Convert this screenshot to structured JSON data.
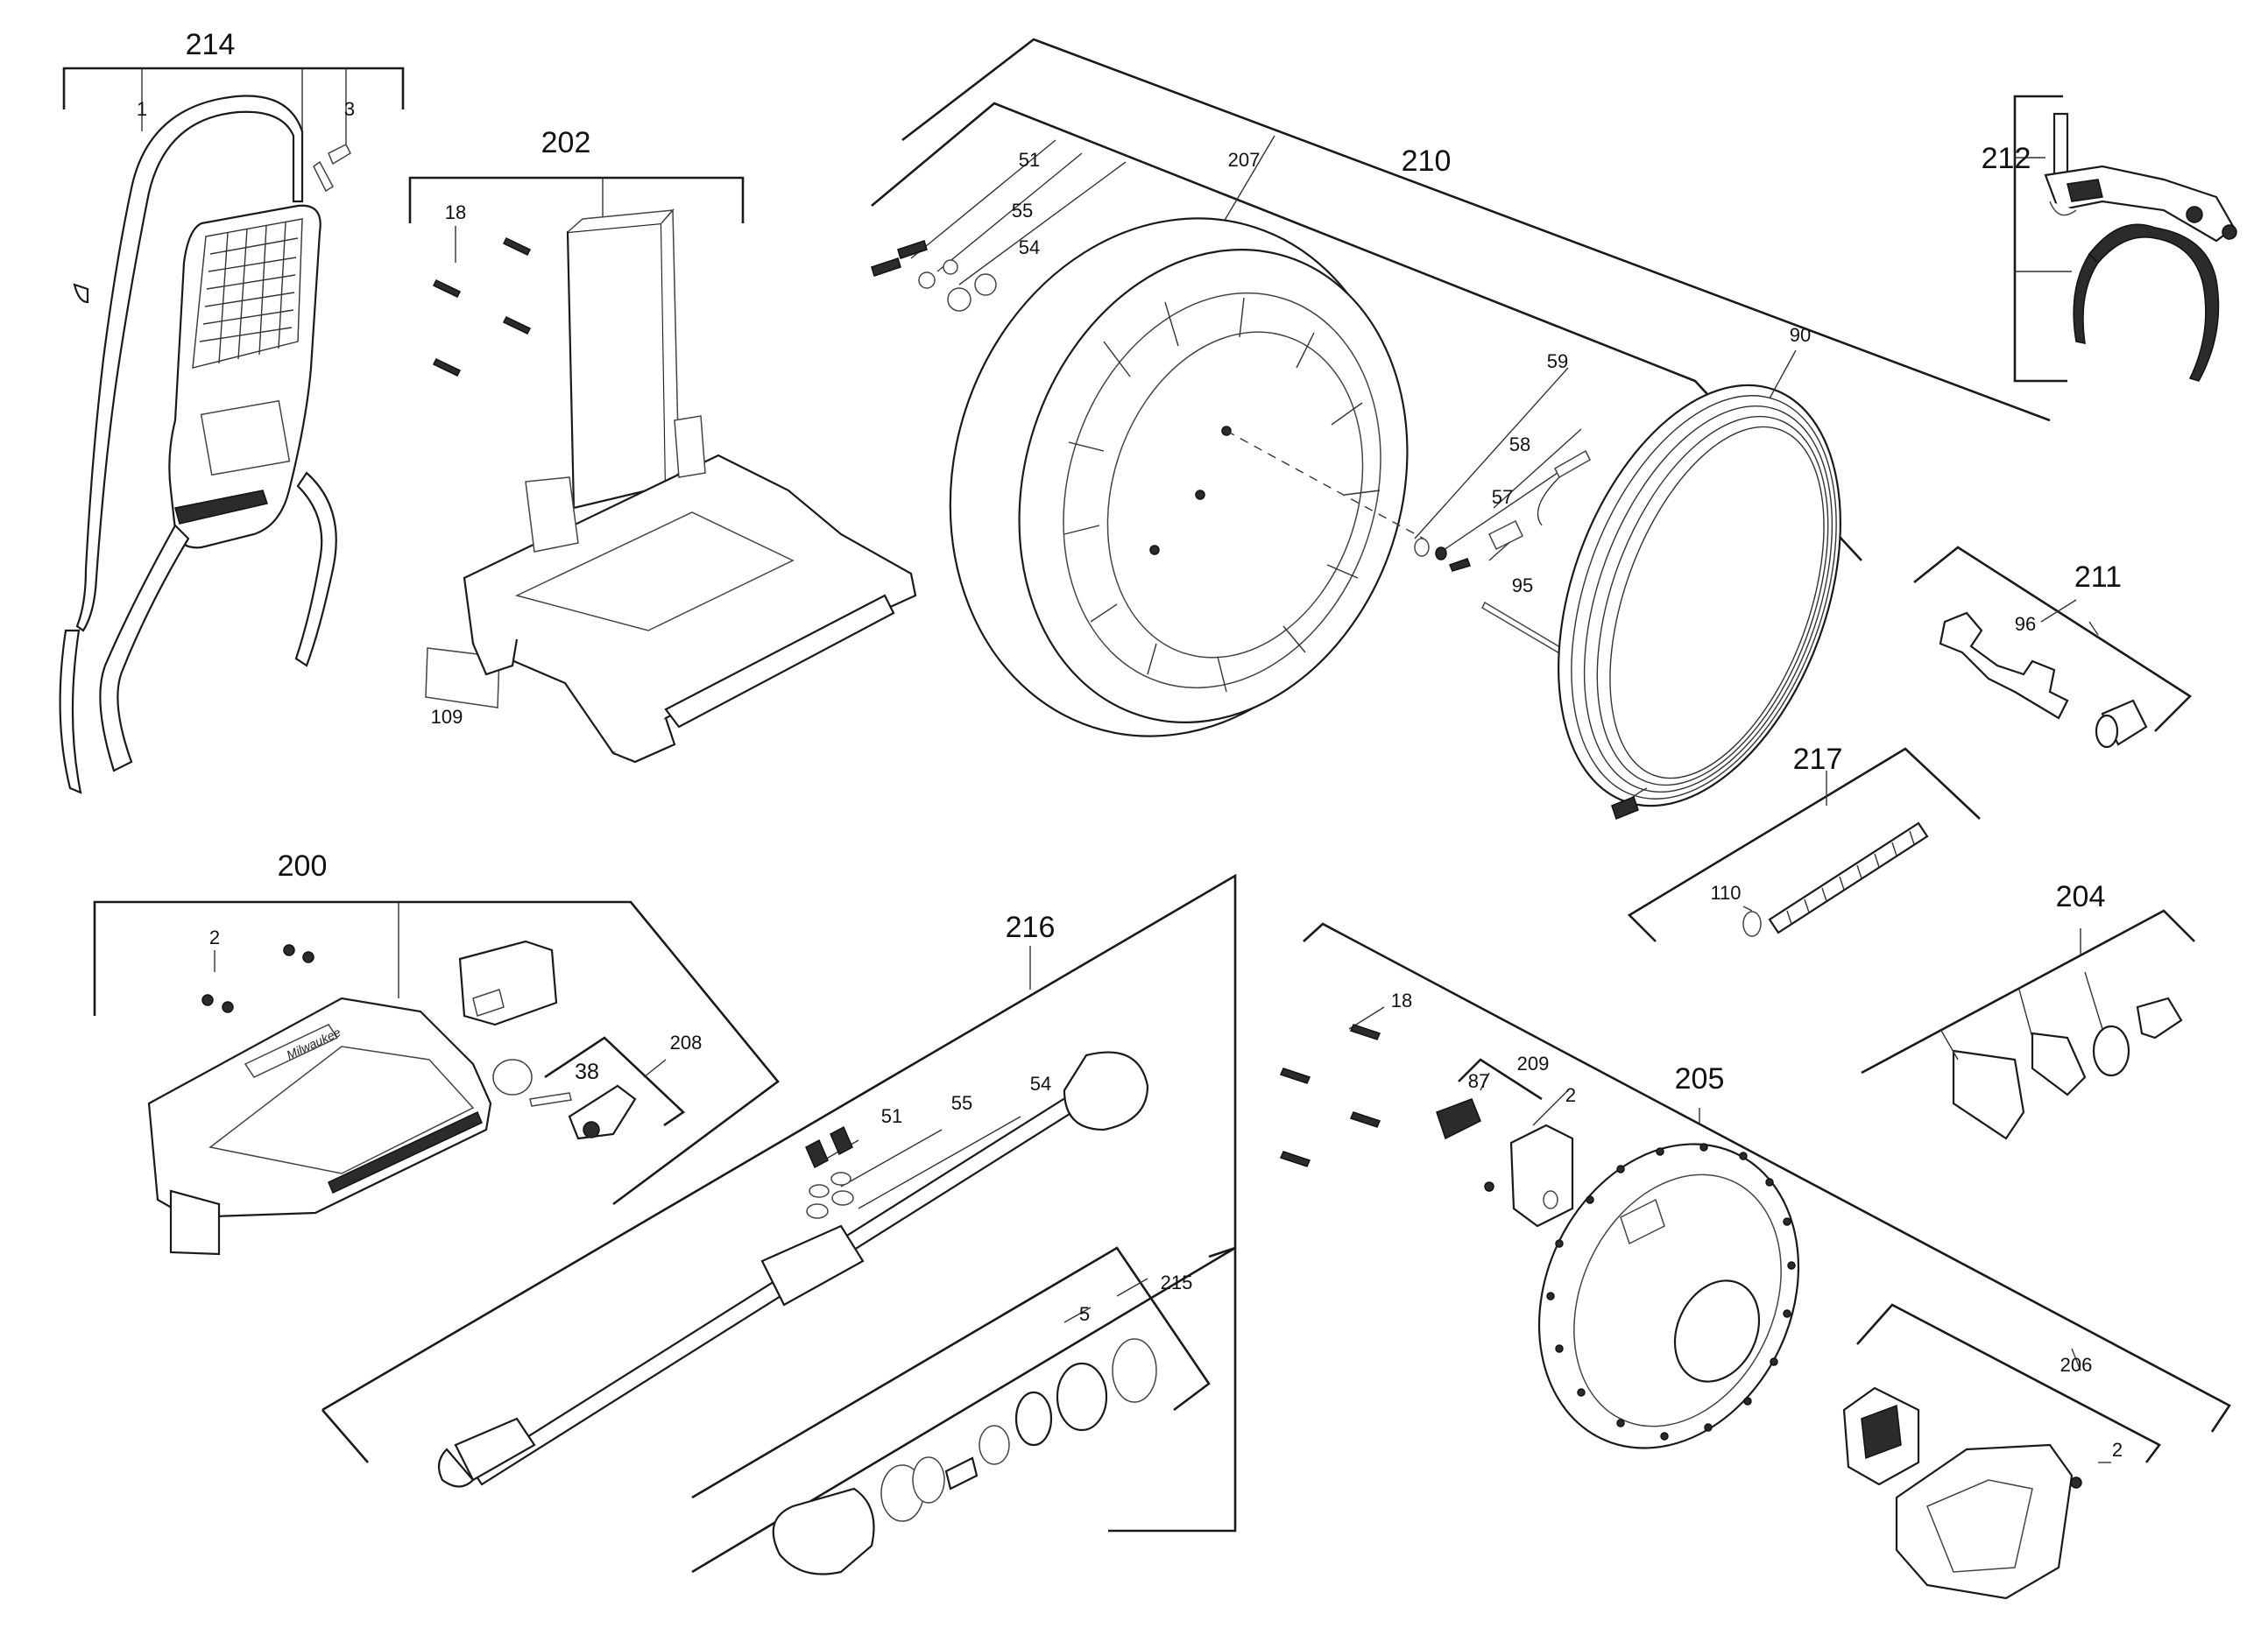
{
  "assemblies": {
    "a214": "214",
    "a202": "202",
    "a210": "210",
    "a212": "212",
    "a211": "211",
    "a217": "217",
    "a200": "200",
    "a216": "216",
    "a204": "204",
    "a205": "205",
    "a215": "215",
    "a206": "206",
    "a209": "209",
    "a208": "208"
  },
  "parts": {
    "p214_1": "1",
    "p214_3": "3",
    "p202_18": "18",
    "p109": "109",
    "p51": "51",
    "p55": "55",
    "p54": "54",
    "p207": "207",
    "p59": "59",
    "p58": "58",
    "p57": "57",
    "p95": "95",
    "p90": "90",
    "p96": "96",
    "p110": "110",
    "p200_2": "2",
    "p38": "38",
    "p216_51": "51",
    "p216_55": "55",
    "p216_54": "54",
    "p215_5": "5",
    "p205_18": "18",
    "p87": "87",
    "p209_2": "2",
    "p206_2": "2"
  },
  "brand_mark": "Milwaukee"
}
